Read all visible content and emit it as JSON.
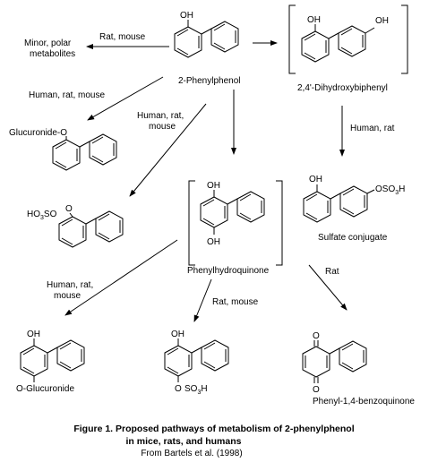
{
  "compounds": {
    "phenylphenol": "2-Phenylphenol",
    "dihydroxybiphenyl": "2,4'-Dihydroxybiphenyl",
    "minor_polar_1": "Minor, polar",
    "minor_polar_2": "metabolites",
    "glucuronide_o": "Glucuronide-O",
    "sulfate_conjugate": "Sulfate conjugate",
    "phenylhydroquinone": "Phenylhydroquinone",
    "o_glucuronide": "O-Glucuronide",
    "benzoquinone": "Phenyl-1,4-benzoquinone"
  },
  "atoms": {
    "oh": "OH",
    "o": "O",
    "ho3s_prefix": "HO",
    "ho3s_sub": "3",
    "ho3s_suffix": "SO",
    "oso3h_prefix": "OSO",
    "oso3h_sub": "3",
    "oso3h_suffix": "H",
    "so3h_prefix": "SO",
    "so3h_sub": "3",
    "so3h_suffix": "H"
  },
  "pathways": {
    "rat_mouse_top": "Rat, mouse",
    "human_rat_mouse_1": "Human, rat, mouse",
    "human_rat_mouse_2a": "Human, rat,",
    "human_rat_mouse_2b": "mouse",
    "human_rat": "Human, rat",
    "human_rat_mouse_3a": "Human, rat,",
    "human_rat_mouse_3b": "mouse",
    "rat_mouse_mid": "Rat, mouse",
    "rat": "Rat"
  },
  "caption": {
    "line1": "Figure 1.  Proposed pathways of metabolism of 2-phenylphenol",
    "line2": "in mice, rats, and humans",
    "source": "From Bartels et al. (1998)"
  }
}
